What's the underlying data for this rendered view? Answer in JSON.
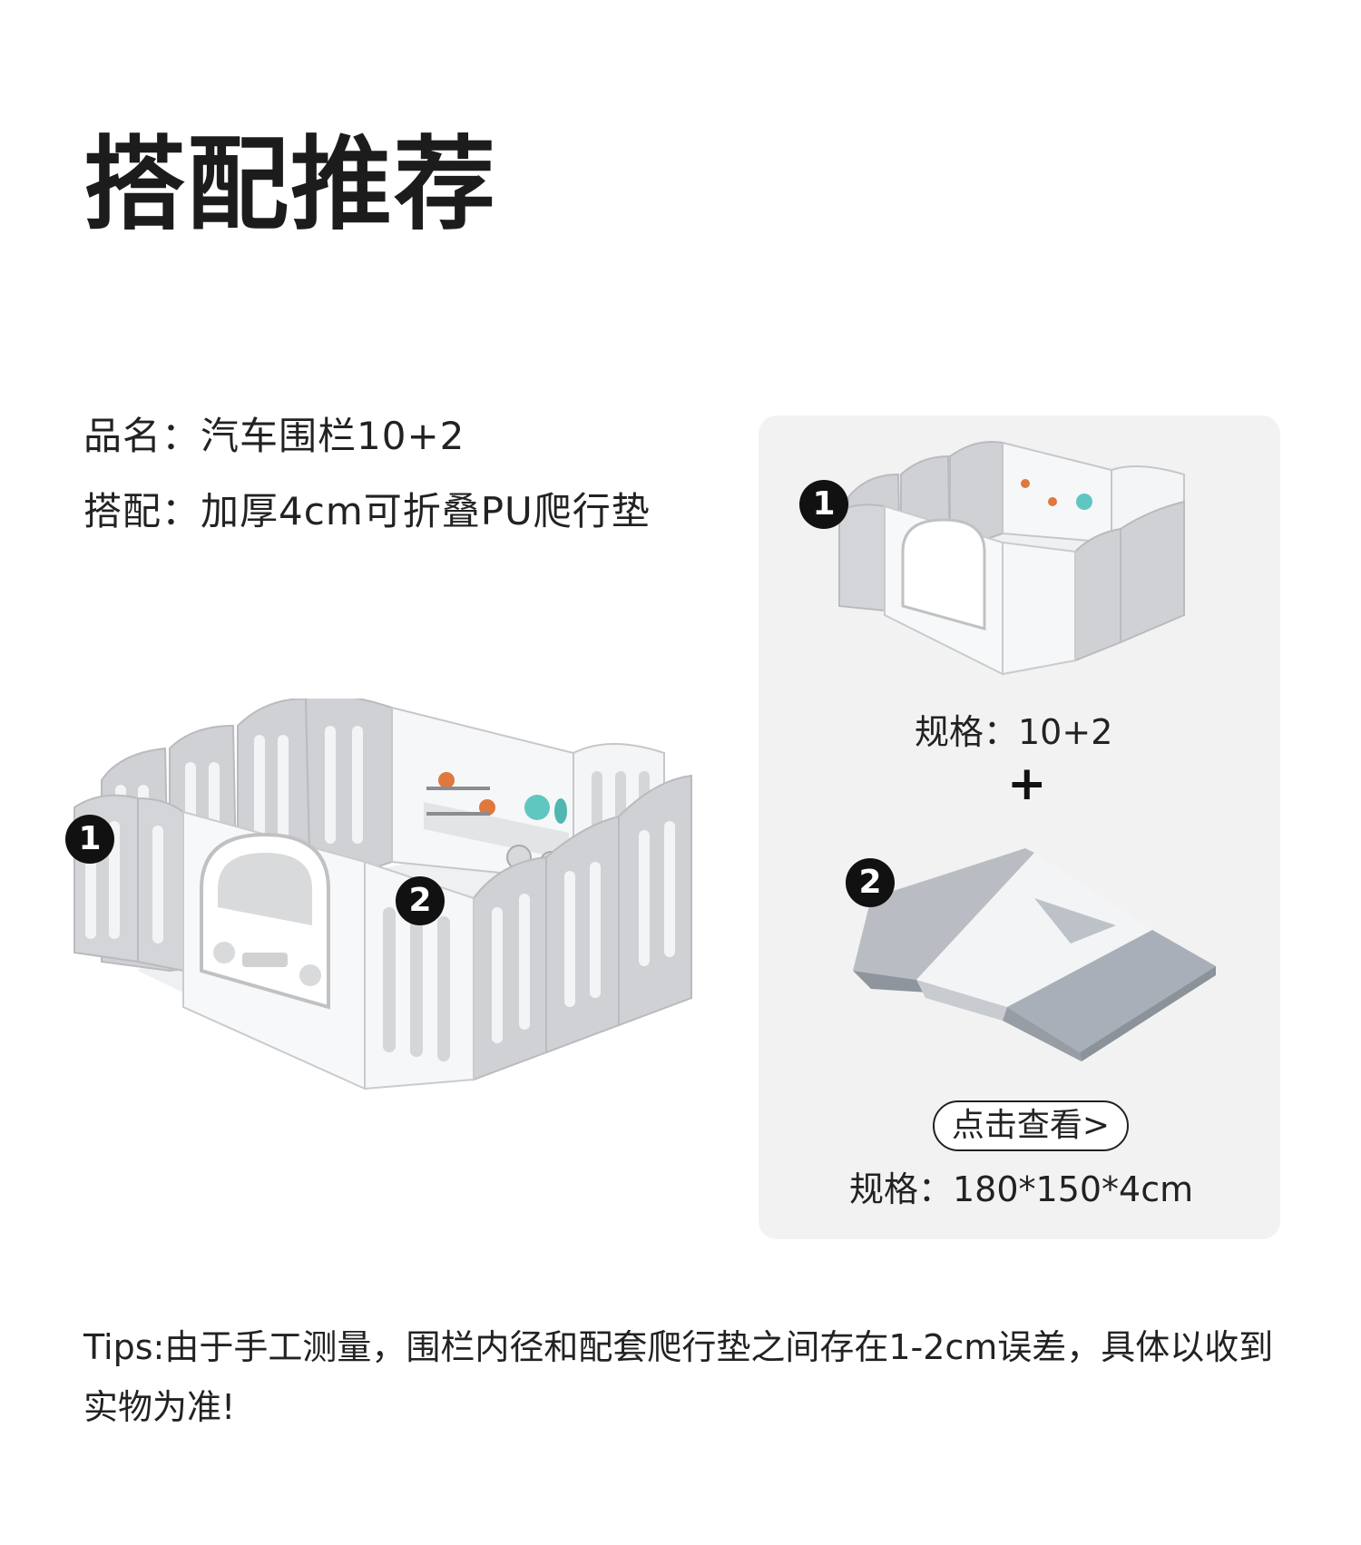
{
  "title": "搭配推荐",
  "info": {
    "product_line": "品名：汽车围栏10+2",
    "match_line": "搭配：加厚4cm可折叠PU爬行垫"
  },
  "panel": {
    "item1_badge": "1",
    "item1_spec": "规格：10+2",
    "plus": "+",
    "item2_badge": "2",
    "view_button": "点击查看>",
    "item2_spec": "规格：180*150*4cm"
  },
  "main_image": {
    "badge1": "1",
    "badge2": "2"
  },
  "tips": "Tips:由于手工测量，围栏内径和配套爬行垫之间存在1-2cm误差，具体以收到实物为准!",
  "colors": {
    "panel_bg": "#f2f2f2",
    "fence_gray": "#c9cacc",
    "fence_white": "#f4f5f6",
    "mat_blue": "#a9afb8",
    "accent_orange": "#e0773e",
    "accent_teal": "#5fc7c0"
  }
}
